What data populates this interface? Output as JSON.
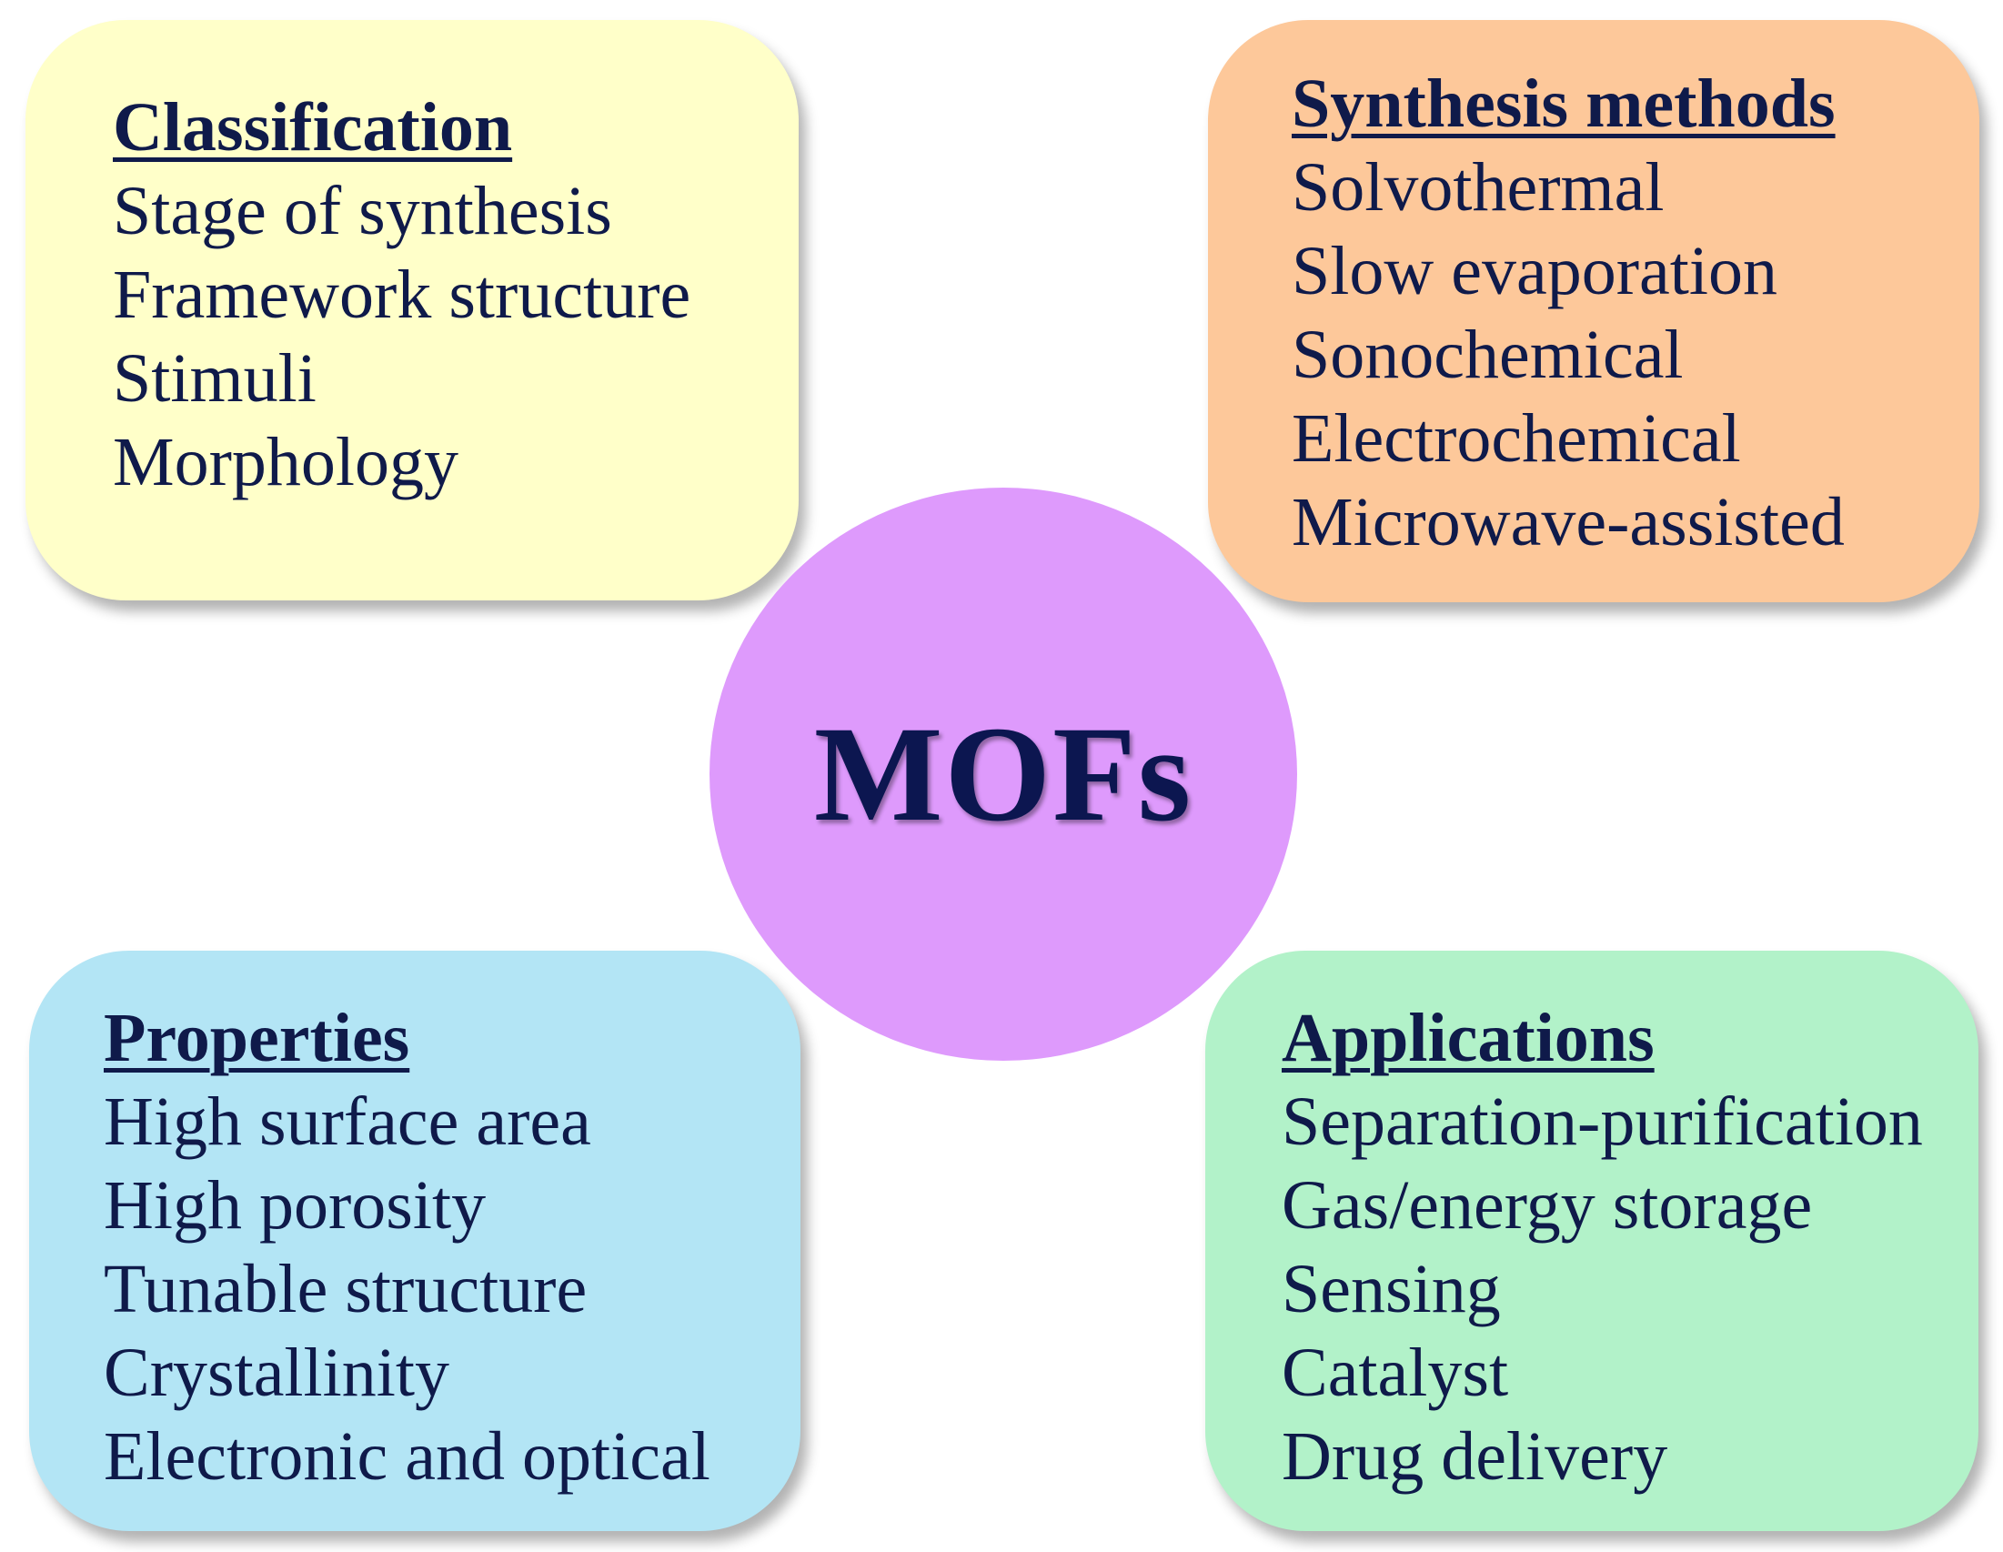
{
  "colors": {
    "classification_bg": "#ffffc9",
    "synthesis_bg": "#fdc89a",
    "properties_bg": "#b3e5f5",
    "applications_bg": "#b2f2c9",
    "center_bg": "#de9afc",
    "text": "#0f1a4a"
  },
  "center": {
    "title": "MOFs"
  },
  "classification": {
    "heading": "Classification",
    "items": [
      "Stage of synthesis",
      "Framework structure",
      "Stimuli",
      "Morphology"
    ]
  },
  "synthesis": {
    "heading": "Synthesis methods",
    "items": [
      "Solvothermal",
      "Slow evaporation",
      "Sonochemical",
      "Electrochemical",
      "Microwave-assisted"
    ]
  },
  "properties": {
    "heading": "Properties",
    "items": [
      "High surface area",
      "High porosity",
      "Tunable structure",
      "Crystallinity",
      "Electronic and optical"
    ]
  },
  "applications": {
    "heading": "Applications",
    "items": [
      "Separation-purification",
      "Gas/energy storage",
      "Sensing",
      "Catalyst",
      "Drug delivery"
    ]
  }
}
